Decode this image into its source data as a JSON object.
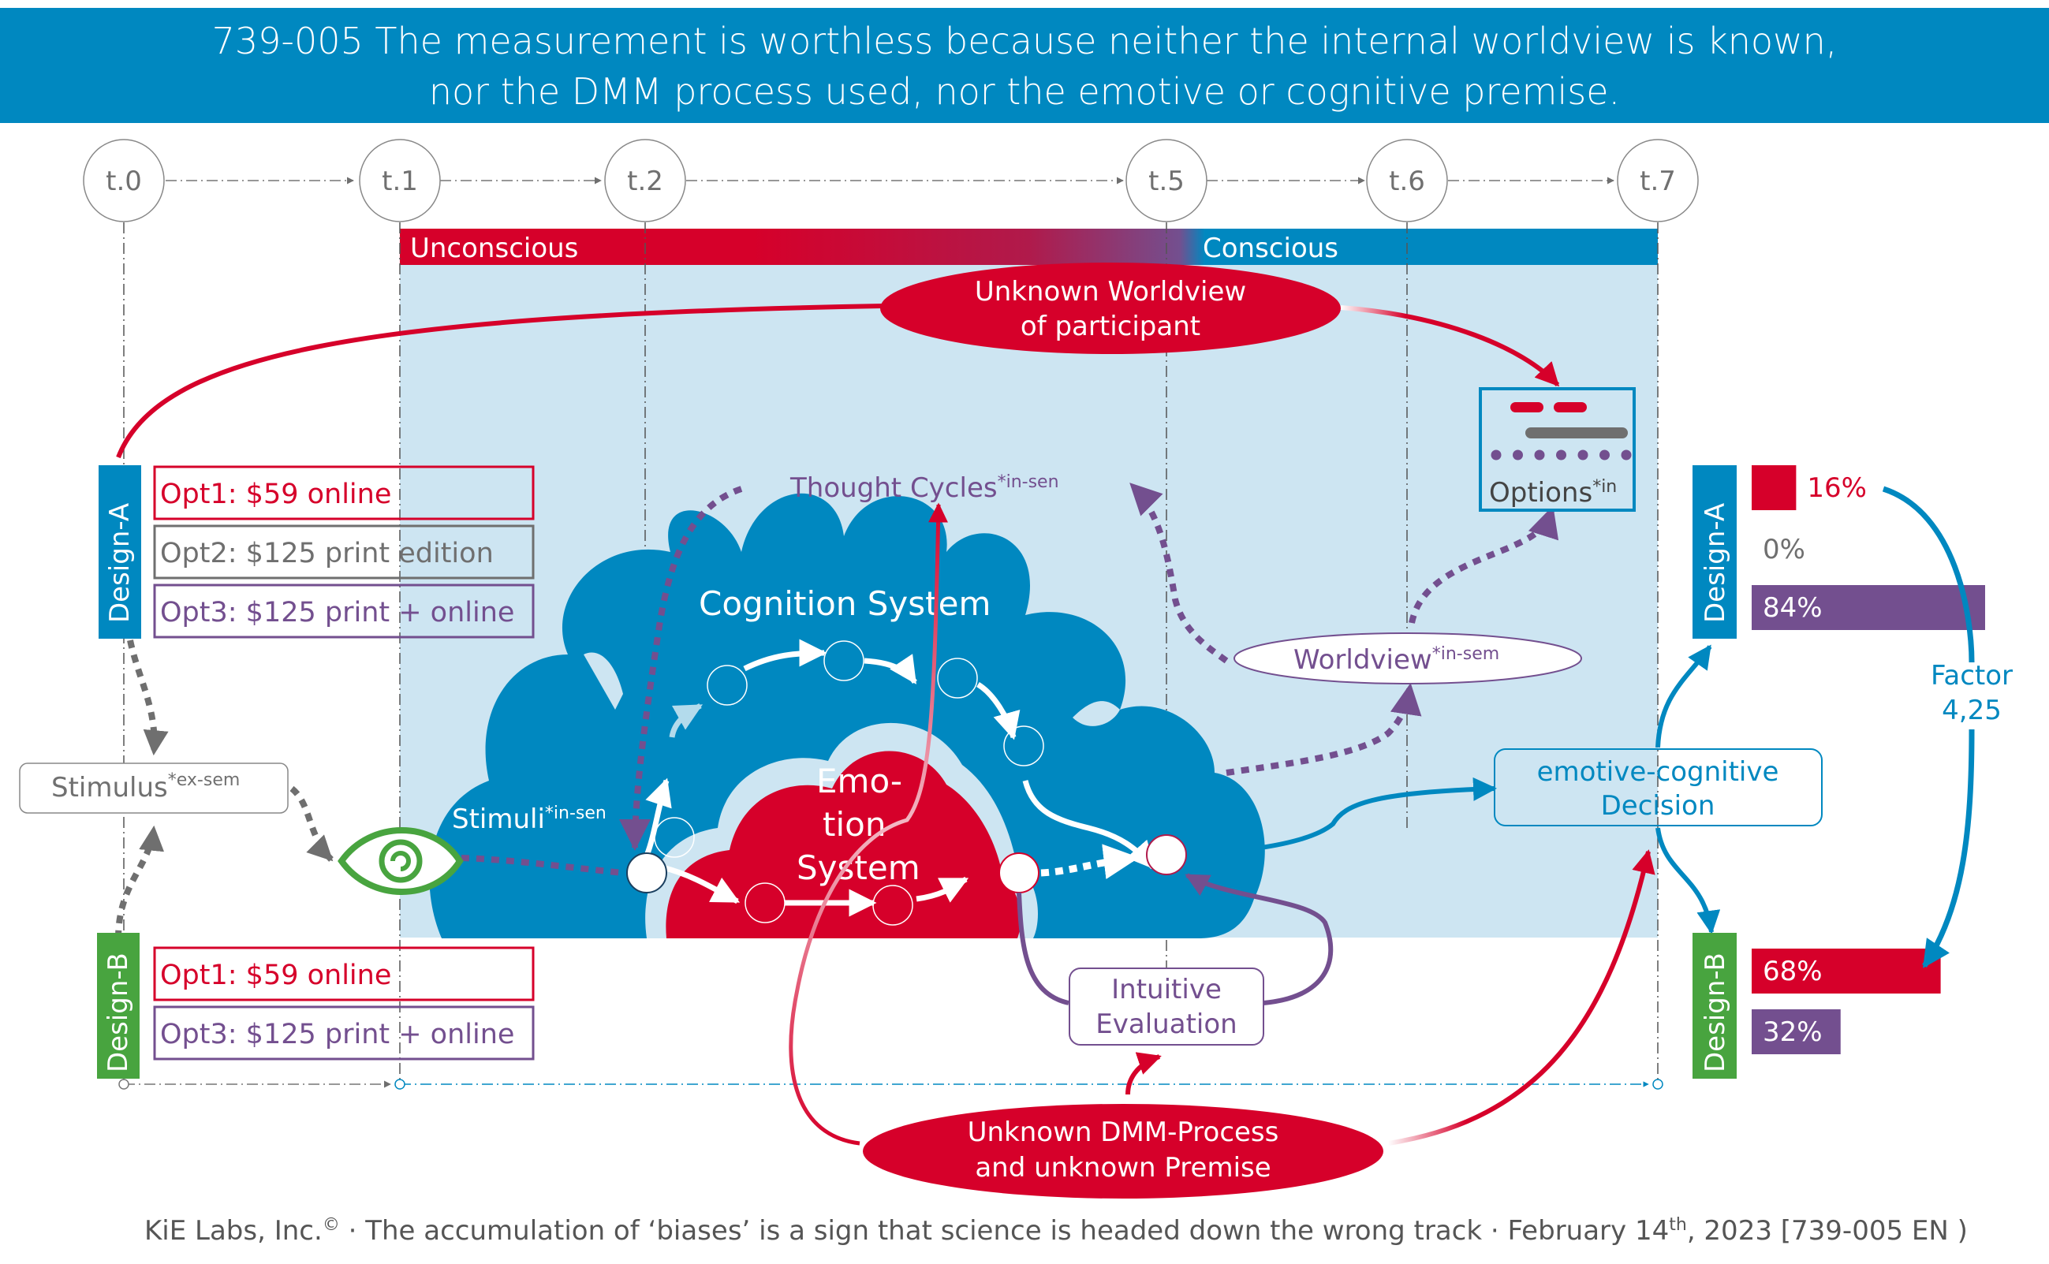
{
  "header": {
    "title_line1": "739-005 The measurement is worthless because neither the internal worldview is known,",
    "title_line2": "nor the DMM process used, nor the emotive or cognitive premise."
  },
  "timeline": {
    "nodes": [
      "t.0",
      "t.1",
      "t.2",
      "t.5",
      "t.6",
      "t.7"
    ]
  },
  "band": {
    "unconscious_label": "Unconscious",
    "conscious_label": "Conscious"
  },
  "unknowns": {
    "worldview_line1": "Unknown Worldview",
    "worldview_line2": "of participant",
    "dmm_line1": "Unknown DMM-Process",
    "dmm_line2": "and unknown Premise"
  },
  "design_a": {
    "label": "Design-A",
    "options": [
      {
        "text": "Opt1: $59 online",
        "color": "#d6002a"
      },
      {
        "text": "Opt2: $125 print edition",
        "color": "#6f6f6f"
      },
      {
        "text": "Opt3: $125 print + online",
        "color": "#734f8f"
      }
    ]
  },
  "design_b": {
    "label": "Design-B",
    "options": [
      {
        "text": "Opt1: $59 online",
        "color": "#d6002a"
      },
      {
        "text": "Opt3: $125 print + online",
        "color": "#734f8f"
      }
    ]
  },
  "stimulus": {
    "label": "Stimulus",
    "sup": "*ex-sem"
  },
  "cloud": {
    "stimuli_label": "Stimuli",
    "stimuli_sup": "*in-sen",
    "cognition_label": "Cognition System",
    "emotion_line1": "Emo-",
    "emotion_line2": "tion",
    "emotion_line3": "System",
    "thought_cycles_label": "Thought Cycles",
    "thought_cycles_sup": "*in-sen"
  },
  "worldview": {
    "label": "Worldview",
    "sup": "*in-sem"
  },
  "options_box": {
    "label": "Options",
    "sup": "*in"
  },
  "decision": {
    "line1": "emotive-cognitive",
    "line2": "Decision"
  },
  "intuitive": {
    "line1": "Intuitive",
    "line2": "Evaluation"
  },
  "results": {
    "design_a": {
      "label": "Design-A",
      "bars": [
        {
          "option": "Opt1",
          "percent": 16,
          "label": "16%",
          "color": "#d6002a"
        },
        {
          "option": "Opt2",
          "percent": 0,
          "label": "0%",
          "color": "#6f6f6f"
        },
        {
          "option": "Opt3",
          "percent": 84,
          "label": "84%",
          "color": "#734f8f"
        }
      ]
    },
    "design_b": {
      "label": "Design-B",
      "bars": [
        {
          "option": "Opt1",
          "percent": 68,
          "label": "68%",
          "color": "#d6002a"
        },
        {
          "option": "Opt3",
          "percent": 32,
          "label": "32%",
          "color": "#734f8f"
        }
      ]
    },
    "factor_line1": "Factor",
    "factor_line2": "4,25"
  },
  "footer": {
    "text_main": "KiE Labs, Inc.",
    "copyright": "©",
    "text_mid": " · The accumulation of ‘biases’ is a sign that science is headed down the wrong track · February 14",
    "ordinal": "th",
    "text_end": ", 2023 [739-005 EN )"
  },
  "colors": {
    "blue": "#0088c0",
    "red": "#d6002a",
    "purple": "#734f8f",
    "green": "#48a43f",
    "gray": "#707070",
    "light_blue": "#cde5f2"
  }
}
